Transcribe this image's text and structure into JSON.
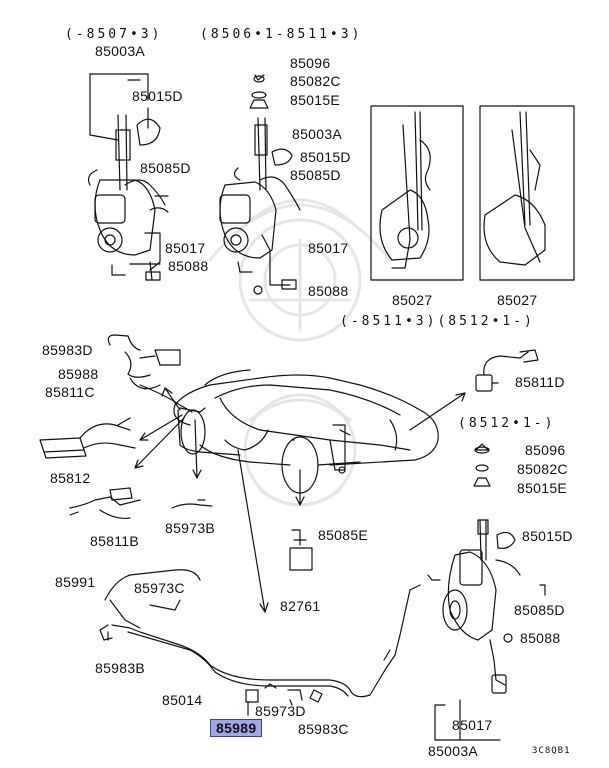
{
  "date_codes": {
    "top_left": "(-8507•3)",
    "top_mid": "(8506•1-8511•3)",
    "mid_right": "(-8511•3)(8512•1-)",
    "right": "(8512•1-)"
  },
  "parts": {
    "p85003A_a": "85003A",
    "p85015D_a": "85015D",
    "p85085D_a": "85085D",
    "p85017_a": "85017",
    "p85088_a": "85088",
    "p85096_a": "85096",
    "p85082C_a": "85082C",
    "p85015E_a": "85015E",
    "p85003A_b": "85003A",
    "p85015D_b": "85015D",
    "p85085D_b": "85085D",
    "p85017_b": "85017",
    "p85088_b": "85088",
    "p85027_a": "85027",
    "p85027_b": "85027",
    "p85983D": "85983D",
    "p85988": "85988",
    "p85811C": "85811C",
    "p85811D": "85811D",
    "p85812": "85812",
    "p85811B": "85811B",
    "p85973B": "85973B",
    "p85085E": "85085E",
    "p82761": "82761",
    "p85096_c": "85096",
    "p85082C_c": "85082C",
    "p85015E_c": "85015E",
    "p85015D_c": "85015D",
    "p85085D_c": "85085D",
    "p85088_c": "85088",
    "p85017_c": "85017",
    "p85003A_c": "85003A",
    "p85991": "85991",
    "p85973C": "85973C",
    "p85983B": "85983B",
    "p85014": "85014",
    "p85989": "85989",
    "p85973D": "85973D",
    "p85983C": "85983C"
  },
  "figure_code": "3C8QB1",
  "colors": {
    "highlight": "#9fa6ea",
    "line": "#111111"
  }
}
